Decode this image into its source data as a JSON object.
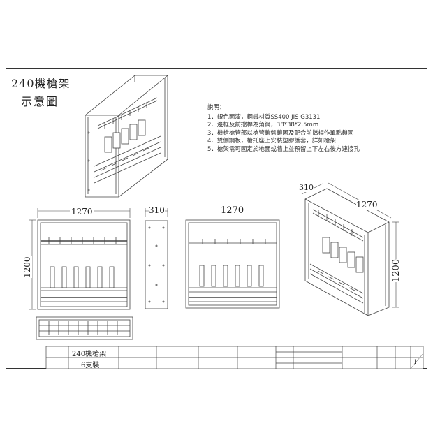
{
  "title": {
    "line1": "240機槍架",
    "line2": "示意圖"
  },
  "notes": {
    "heading": "說明：",
    "items": [
      "1．銀色面漆，鋼鐵材質SS400 JIS G3131",
      "2．邊框及前擋桿為角鋼，38*38*2.5mm",
      "3．機槍槍管部以槍管鎖盤鎖固及配合前擋桿作單點鎖固",
      "4．雙側鋼板，槍托座上安裝塑膠護套，詳如槍架",
      "5．槍架需可固定於地面或牆上並預留上下左右後方連接孔"
    ]
  },
  "dimensions": {
    "front_width": "1270",
    "side_depth": "310",
    "back_width": "1270",
    "height_left": "1200",
    "iso_depth": "310",
    "iso_width": "1270",
    "iso_height": "1200"
  },
  "title_block": {
    "product_name": "240機槍架",
    "product_spec": "6支裝",
    "scale_value": "1"
  }
}
